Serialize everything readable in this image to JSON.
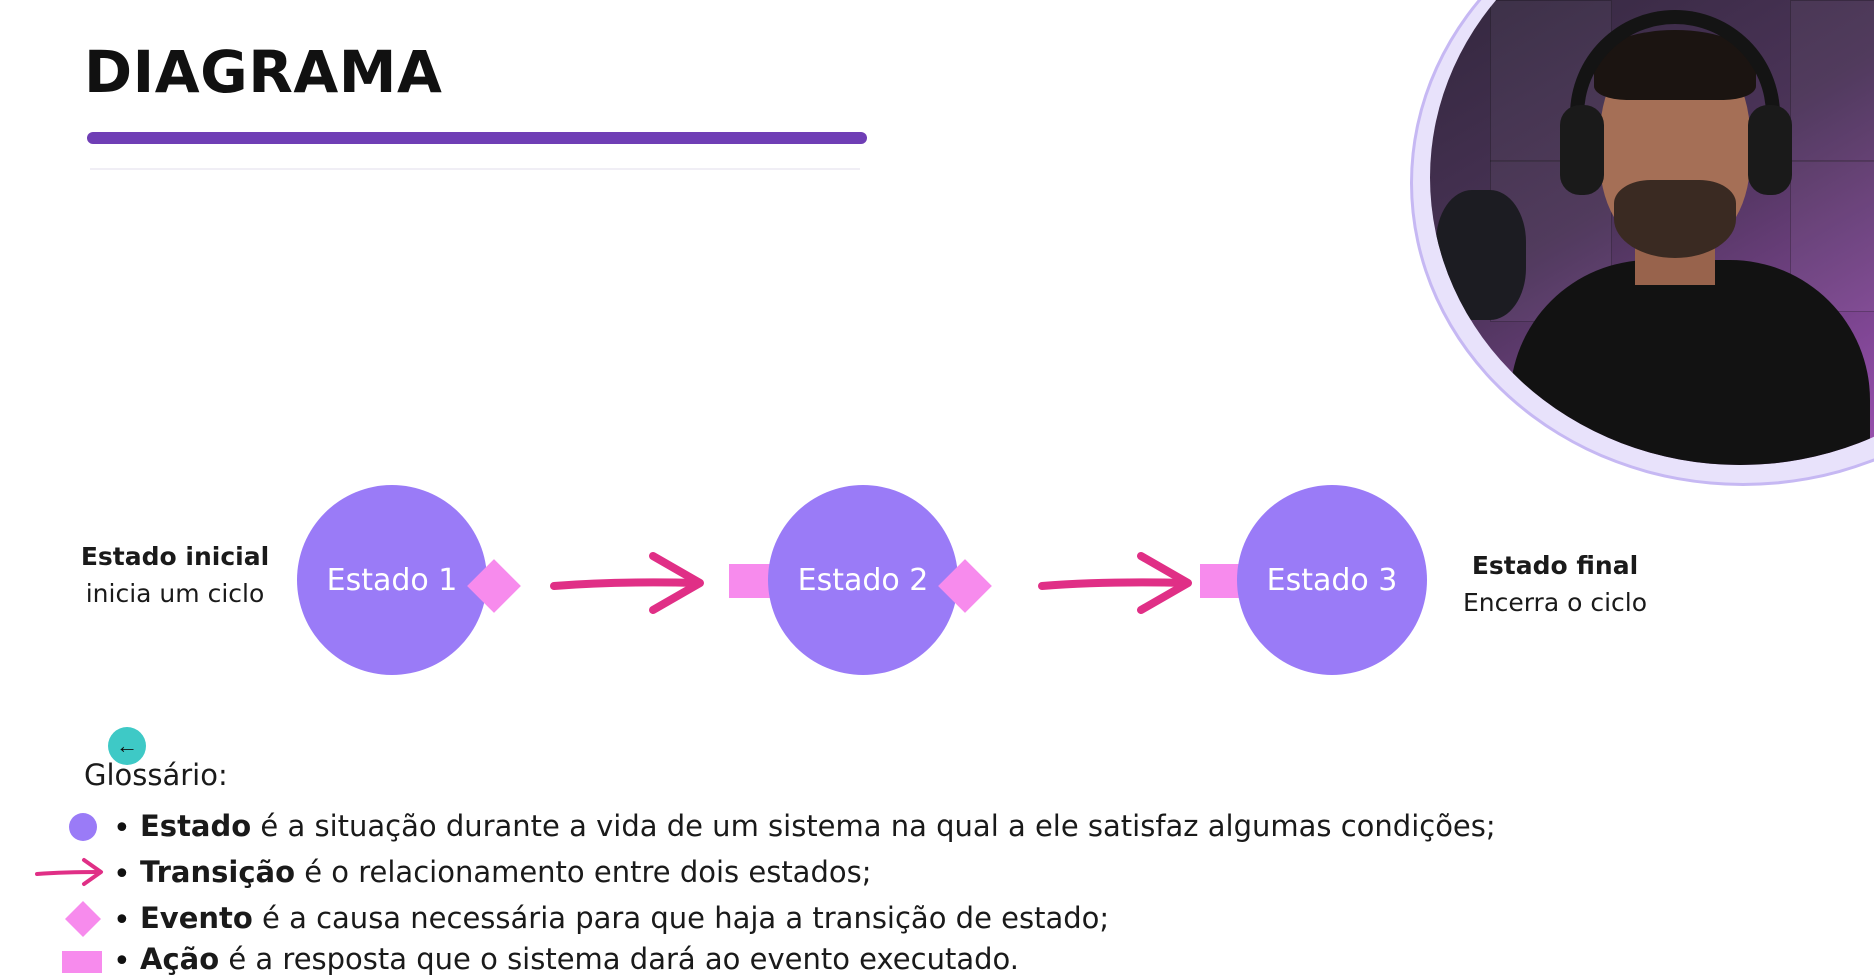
{
  "slide": {
    "title": "DIAGRAMA"
  },
  "colors": {
    "accent_bar": "#6f3eb5",
    "state_circle": "#9a7bf7",
    "event_action": "#f78bed",
    "transition_arrow": "#e02f86",
    "cursor": "#3ec9c6"
  },
  "diagram": {
    "start_label_title": "Estado inicial",
    "start_label_sub": "inicia um ciclo",
    "end_label_title": "Estado final",
    "end_label_sub": "Encerra o ciclo",
    "states": [
      "Estado 1",
      "Estado 2",
      "Estado 3"
    ]
  },
  "glossary": {
    "title": "Glossário:",
    "items": [
      {
        "icon": "circle-icon",
        "term": "Estado",
        "definition": " é a situação durante a vida de um sistema na qual a ele satisfaz algumas condições;"
      },
      {
        "icon": "arrow-icon",
        "term": "Transição",
        "definition": " é o relacionamento entre dois estados;"
      },
      {
        "icon": "diamond-icon",
        "term": "Evento",
        "definition": " é a causa necessária para que haja a transição de estado;"
      },
      {
        "icon": "rectangle-icon",
        "term": "Ação",
        "definition": " é a resposta que o sistema dará ao evento executado."
      }
    ]
  },
  "webcam": {
    "icon": "presenter-video-icon"
  }
}
